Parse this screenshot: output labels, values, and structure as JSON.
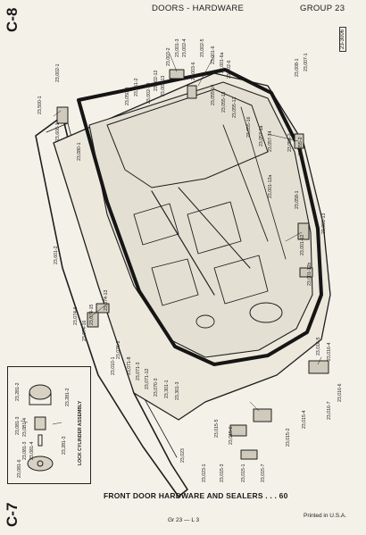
{
  "header": {
    "side_code_top": "C-8",
    "title": "DOORS - HARDWARE",
    "group": "GROUP 23",
    "stamp": "23-3006"
  },
  "inset": {
    "title": "LOCK CYLINDER ASSEMBLY",
    "labels": [
      "23,281-2",
      "23,081-3",
      "23,0B1-4",
      "23,081-3",
      "23,081-4",
      "23,081-6",
      "23,281-3",
      "23,281-2"
    ]
  },
  "callouts": [
    "23,500-1",
    "23,002-1",
    "23,001-3",
    "23,002-4",
    "23,002-5",
    "23,001-6",
    "23,001-6a",
    "23,002-6",
    "23,003-2",
    "23,003-6",
    "23,002-12",
    "23,002-13",
    "23,002-14",
    "23,051-2",
    "23,050-3",
    "23,055-14",
    "23,055-13",
    "23,055-12",
    "23,055-16",
    "23,055-2",
    "23,057-1a",
    "23,057-14",
    "23,056-2",
    "23,001-12a",
    "23,058-1",
    "23,001-13",
    "23,001-12",
    "23,001-12b",
    "23,600-1",
    "23,080-1",
    "23,601-2",
    "23,074-6",
    "23,074-15",
    "23,074-16",
    "23,074-13",
    "23,076-2",
    "23,071-8",
    "23,071-3",
    "23,071-12",
    "23,070-3",
    "23,010-1",
    "23,301-1",
    "23,301-3",
    "23,016-5",
    "23,016-4",
    "23,016-6",
    "23,016-7",
    "23,015-5",
    "23,015-6",
    "23,015-7",
    "23,015-4",
    "23,015-2",
    "23,015-1",
    "23,023",
    "23,015-3",
    "23,023-1",
    "23,008-1",
    "23,007-1"
  ],
  "caption": "FRONT DOOR HARDWARE AND SEALERS . . . 60",
  "side_code_bottom": "C-7",
  "footer": {
    "page_ref": "Gr 23 — L 3",
    "printed": "Printed in U.S.A."
  }
}
